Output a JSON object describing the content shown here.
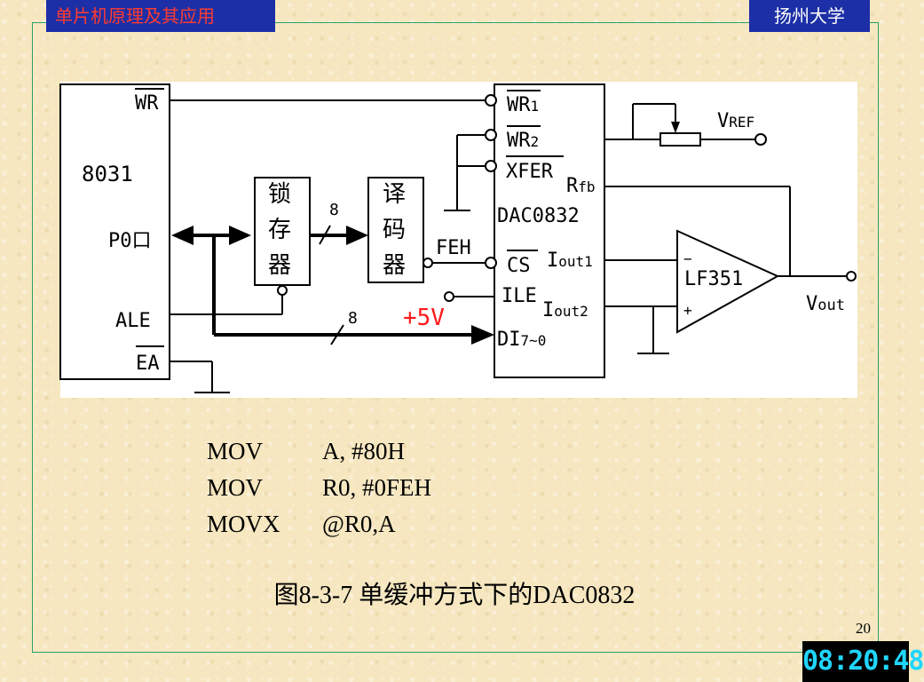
{
  "header": {
    "course_title": "单片机原理及其应用",
    "school": "扬州大学"
  },
  "diagram": {
    "mcu": {
      "name": "8031",
      "pin_wr": "WR",
      "pin_p0": "P0口",
      "pin_ale": "ALE",
      "pin_ea": "EA"
    },
    "latch": {
      "label_chars": [
        "锁",
        "存",
        "器"
      ]
    },
    "decoder": {
      "label_chars": [
        "译",
        "码",
        "器"
      ]
    },
    "bus_width": "8",
    "feh_label": "FEH",
    "plus5v": "+5V",
    "dac": {
      "name": "DAC0832",
      "wr1": "WR",
      "wr1_sub": "1",
      "wr2": "WR",
      "wr2_sub": "2",
      "xfer": "XFER",
      "rfb": "R",
      "rfb_sub": "fb",
      "cs": "CS",
      "ile": "ILE",
      "iout1": "I",
      "iout1_sub": "out1",
      "iout2": "I",
      "iout2_sub": "out2",
      "di": "DI",
      "di_sub": "7~0"
    },
    "vref": {
      "main": "V",
      "sub": "REF"
    },
    "opamp": {
      "name": "LF351",
      "minus": "−",
      "plus": "+"
    },
    "vout": {
      "main": "V",
      "sub": "out"
    }
  },
  "code": [
    {
      "op": "MOV",
      "args": "A, #80H"
    },
    {
      "op": "MOV",
      "args": "R0, #0FEH"
    },
    {
      "op": "MOVX",
      "args": "@R0,A"
    }
  ],
  "caption": "图8-3-7  单缓冲方式下的DAC0832",
  "page_number": "20",
  "clock": "08:20:48"
}
